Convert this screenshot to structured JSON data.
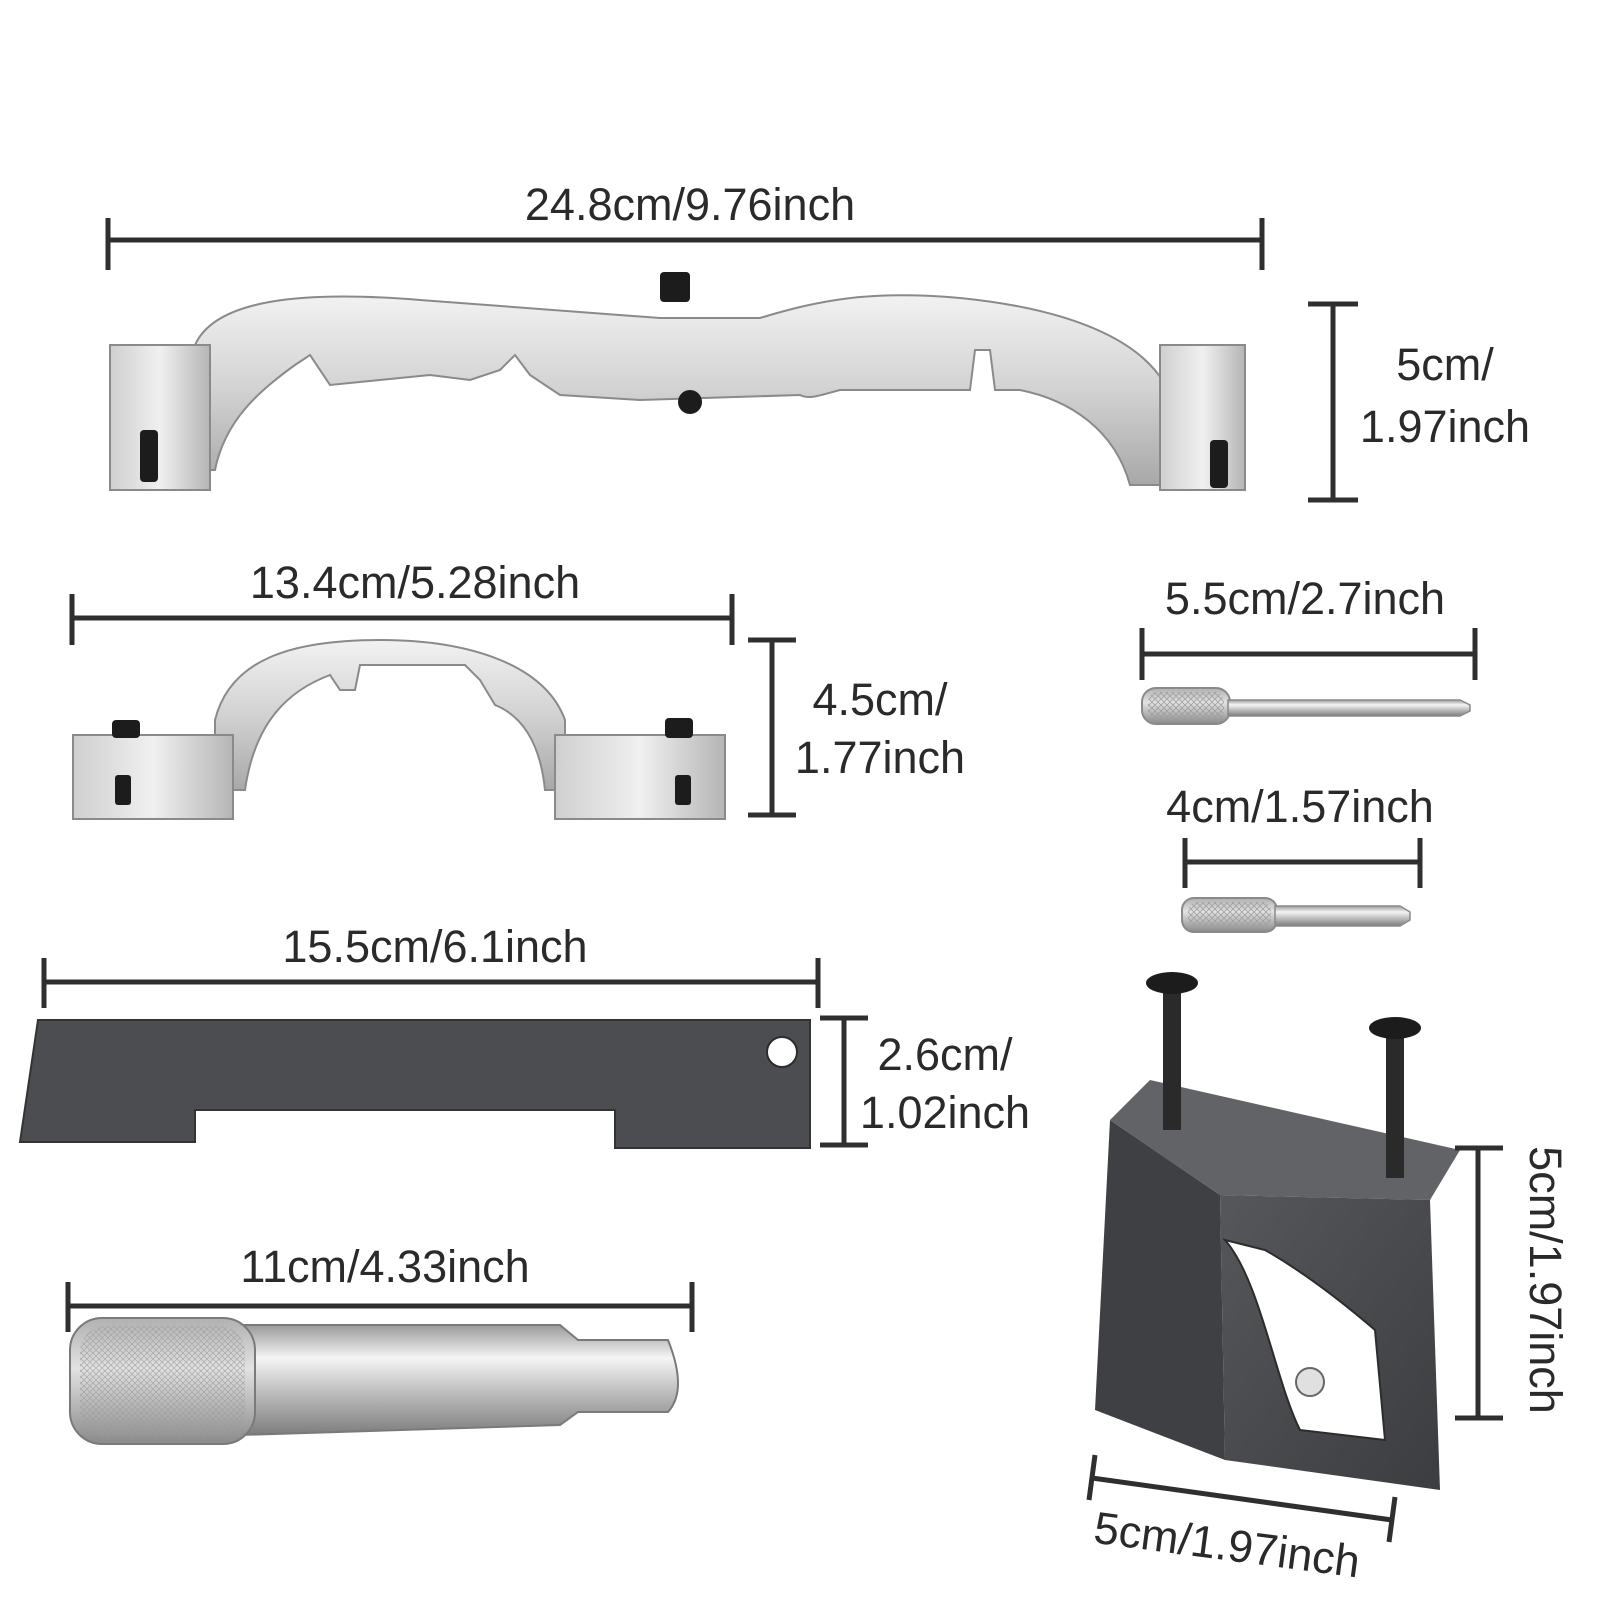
{
  "labels": {
    "bracket_large_width": "24.8cm/9.76inch",
    "bracket_large_height_cm": "5cm/",
    "bracket_large_height_in": "1.97inch",
    "bracket_small_width": "13.4cm/5.28inch",
    "bracket_small_height_cm": "4.5cm/",
    "bracket_small_height_in": "1.77inch",
    "pin_long_length": "5.5cm/2.7inch",
    "pin_short_length": "4cm/1.57inch",
    "plate_length": "15.5cm/6.1inch",
    "plate_height_cm": "2.6cm/",
    "plate_height_in": "1.02inch",
    "rod_length": "11cm/4.33inch",
    "block_height": "5cm/1.97inch",
    "block_width": "5cm/1.97inch"
  },
  "colors": {
    "background": "#ffffff",
    "silver_light": "#e9e9e9",
    "silver_mid": "#c4c4c4",
    "silver_dark": "#8f8f8f",
    "steel_dark": "#4a4b4d",
    "black_bolt": "#1c1c1c",
    "dimension_line": "#2f2f2f",
    "text": "#2a2a2a"
  }
}
